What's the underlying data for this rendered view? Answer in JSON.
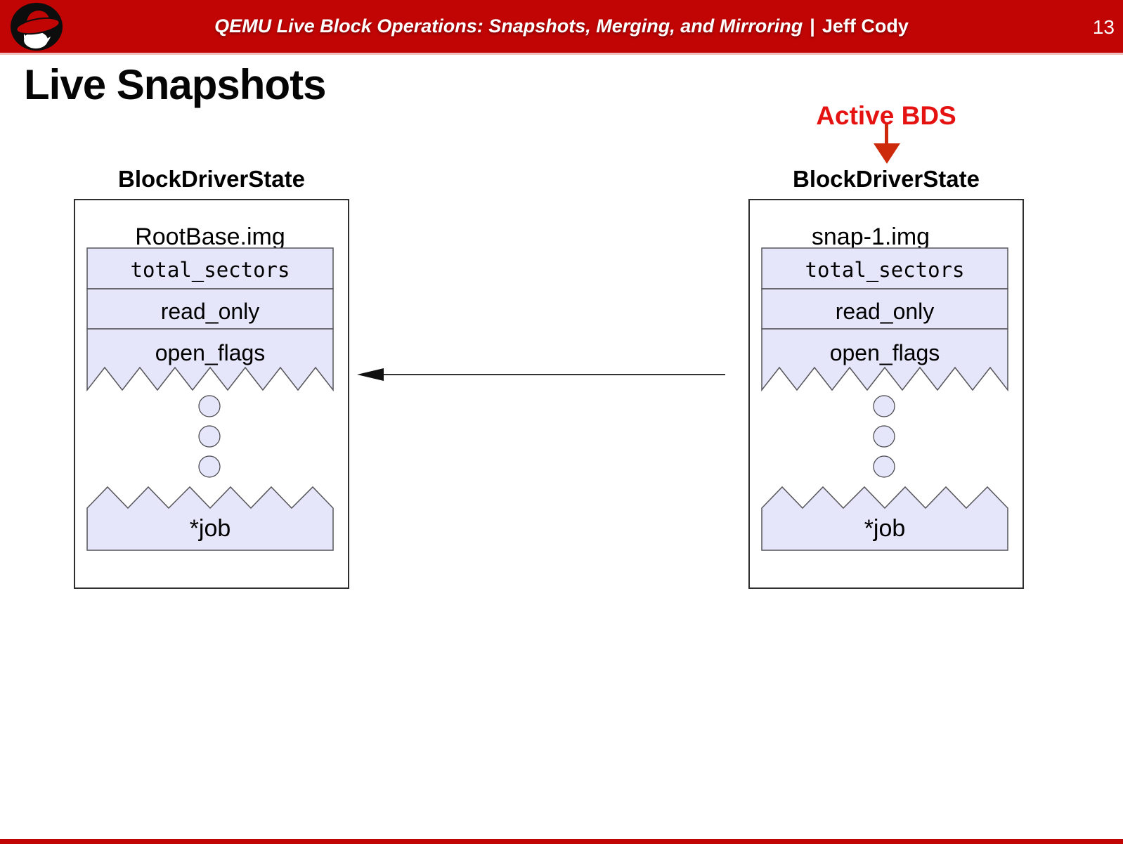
{
  "header": {
    "title_italic": "QEMU Live Block Operations: Snapshots, Merging, and Mirroring",
    "separator": "|",
    "author": "Jeff Cody",
    "page_number": "13",
    "banner_color": "#c10505",
    "logo_icon": "red-hat-shadowman-logo"
  },
  "slide": {
    "title": "Live Snapshots",
    "active_bds_label": "Active BDS",
    "active_bds_color": "#e51212",
    "arrow_color": "#cd2a0b"
  },
  "diagram": {
    "field_fill_color": "#e6e6fa",
    "left_bds": {
      "label": "BlockDriverState",
      "image_name": "RootBase.img",
      "fields": [
        "total_sectors",
        "read_only",
        "open_flags"
      ],
      "job_field": "*job"
    },
    "right_bds": {
      "label": "BlockDriverState",
      "image_name": "snap-1.img",
      "fields": [
        "total_sectors",
        "read_only",
        "open_flags"
      ],
      "job_field": "*job"
    }
  }
}
